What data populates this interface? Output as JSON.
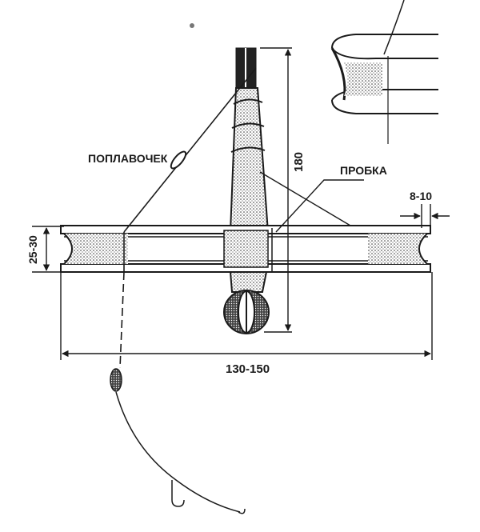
{
  "labels": {
    "float": "ПОПЛАВОЧЕК",
    "cork": "ПРОБКА",
    "height": "180",
    "width": "130-150",
    "rim_height": "25-30",
    "rim_depth": "8-10"
  },
  "colors": {
    "ink": "#1a1a1a",
    "paper": "#ffffff",
    "shade": "#555555"
  }
}
